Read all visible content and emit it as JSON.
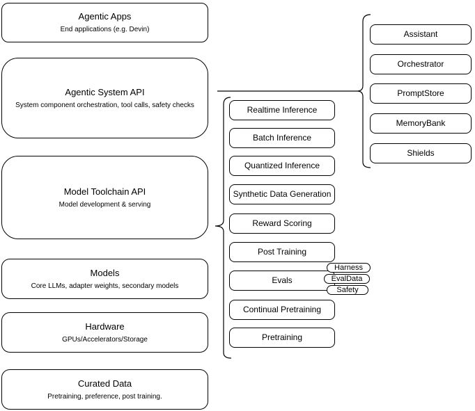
{
  "left_stack": [
    {
      "title": "Agentic Apps",
      "subtitle": "End applications (e.g. Devin)"
    },
    {
      "title": "Agentic System API",
      "subtitle": "System component orchestration, tool calls, safety checks"
    },
    {
      "title": "Model Toolchain API",
      "subtitle": "Model development & serving"
    },
    {
      "title": "Models",
      "subtitle": "Core LLMs, adapter weights, secondary models"
    },
    {
      "title": "Hardware",
      "subtitle": "GPUs/Accelerators/Storage"
    },
    {
      "title": "Curated Data",
      "subtitle": "Pretraining, preference, post training."
    }
  ],
  "toolchain_components": [
    "Realtime Inference",
    "Batch Inference",
    "Quantized Inference",
    "Synthetic Data Generation",
    "Reward Scoring",
    "Post Training",
    "Evals",
    "Continual Pretraining",
    "Pretraining"
  ],
  "eval_tags": [
    "Harness",
    "EvalData",
    "Safety"
  ],
  "system_components": [
    "Assistant",
    "Orchestrator",
    "PromptStore",
    "MemoryBank",
    "Shields"
  ],
  "colors": {
    "stroke": "#000000",
    "fill": "#ffffff",
    "text": "#000000"
  }
}
